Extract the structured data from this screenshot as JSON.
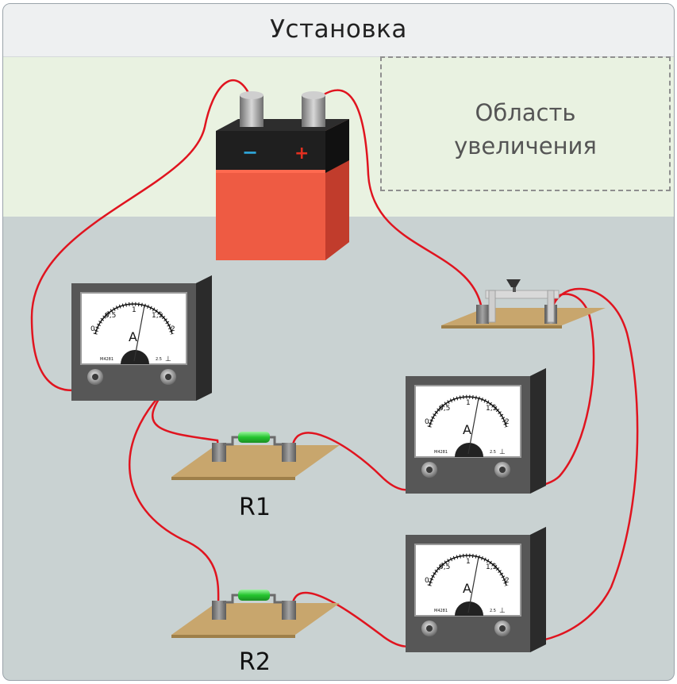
{
  "header": {
    "title": "Установка"
  },
  "zoom_area": {
    "line1": "Область",
    "line2": "увеличения"
  },
  "battery": {
    "minus": "−",
    "plus": "+"
  },
  "meter": {
    "unit": "A",
    "ticks": [
      "0",
      "0,5",
      "1",
      "1,5",
      "2"
    ],
    "mark_left": "М4281",
    "class": "2.5",
    "symbol": "⊥"
  },
  "resistors": {
    "r1": "R1",
    "r2": "R2"
  },
  "colors": {
    "wire": "#e0141f",
    "battery": "#ee5b43",
    "board": "#c8a66d",
    "resistor": "#2fcf3a"
  }
}
